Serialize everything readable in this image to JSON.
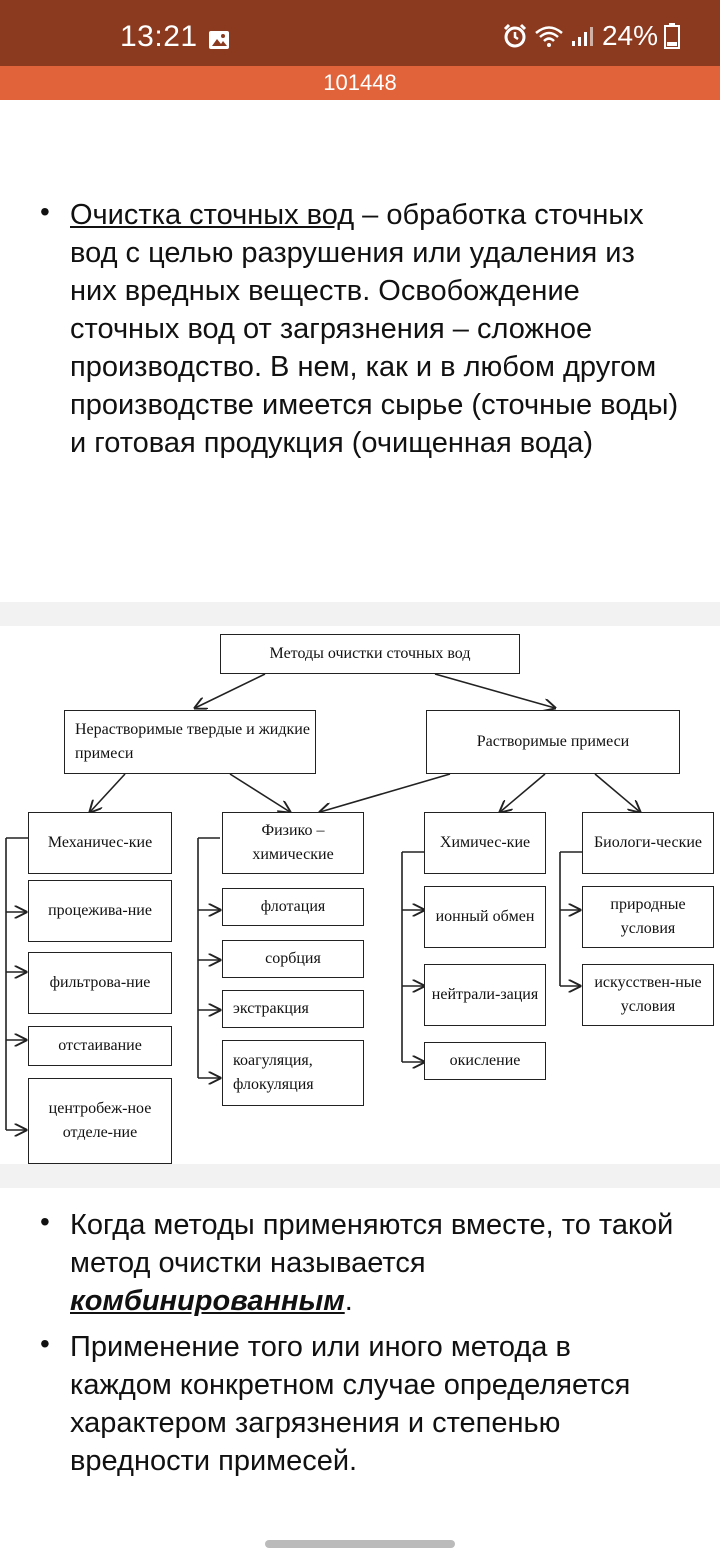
{
  "status_bar": {
    "time": "13:21",
    "battery": "24%",
    "icons": [
      "image-icon",
      "alarm-icon",
      "wifi-icon",
      "signal-icon",
      "battery-icon"
    ]
  },
  "title_bar": {
    "title": "101448"
  },
  "text_top": {
    "term": "Очистка сточных вод",
    "definition": " – обработка сточных вод с целью разрушения или удаления  из них вредных веществ. Освобождение сточных вод от загрязнения – сложное производство. В нем, как и в любом другом производстве имеется сырье (сточные воды) и готовая продукция (очищенная вода)"
  },
  "diagram": {
    "root": "Методы очистки сточных вод",
    "insoluble": "Нерастворимые твердые и жидкие примеси",
    "soluble": "Растворимые примеси",
    "mechanical": "Механичес-кие",
    "physchem": "Физико – химические",
    "chemical": "Химичес-кие",
    "biological": "Биологи-ческие",
    "mech_items": [
      "процежива-ние",
      "фильтрова-ние",
      "отстаивание",
      "центробеж-ное отделе-ние"
    ],
    "phys_items": [
      "флотация",
      "сорбция",
      "экстракция",
      "коагуляция, флокуляция"
    ],
    "chem_items": [
      "ионный обмен",
      "нейтрали-зация",
      "окисление"
    ],
    "bio_items": [
      "природные условия",
      "искусствен-ные условия"
    ]
  },
  "text_bottom": {
    "b1_start": "Когда  методы применяются вместе, то такой метод очистки называется ",
    "b1_term": "комбинированным",
    "b1_end": ".",
    "b2": "Применение того или иного метода в каждом конкретном случае определяется характером загрязнения и степенью вредности примесей."
  },
  "colors": {
    "status_bar": "#8b3a1f",
    "title_bar": "#e0633a"
  }
}
